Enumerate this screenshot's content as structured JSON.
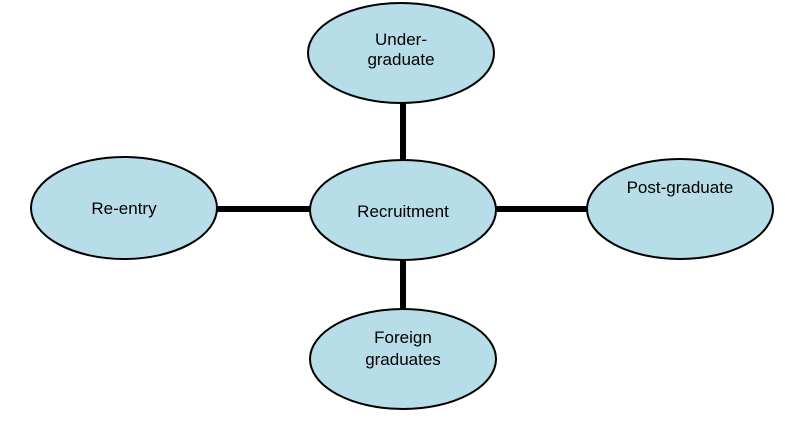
{
  "diagram": {
    "colors": {
      "node_fill": "#b7dde8",
      "node_border": "#000000",
      "connector": "#000000",
      "background": "#ffffff"
    },
    "center": {
      "label": "Recruitment"
    },
    "nodes": {
      "top": {
        "line1": "Under-",
        "line2": "graduate"
      },
      "left": {
        "label": "Re-entry"
      },
      "right": {
        "label": "Post-graduate"
      },
      "bottom": {
        "line1": "Foreign",
        "line2": "graduates"
      }
    }
  }
}
